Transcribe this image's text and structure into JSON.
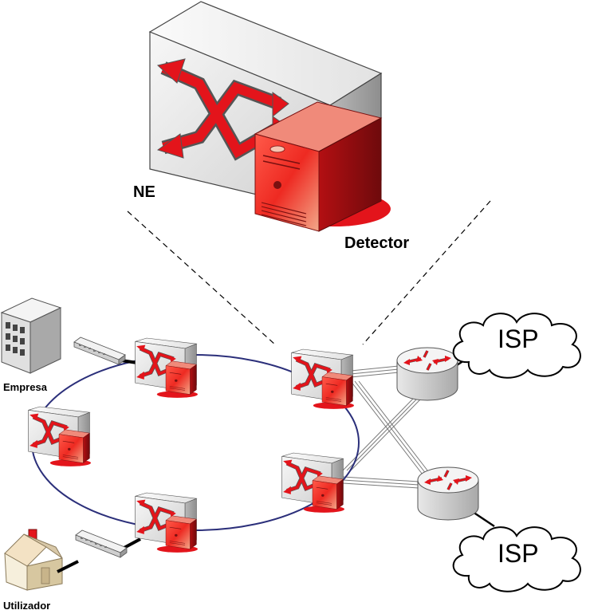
{
  "labels": {
    "ne": "NE",
    "detector": "Detector",
    "empresa": "Empresa",
    "utilizador": "Utilizador",
    "isp_top": "ISP",
    "isp_bottom": "ISP"
  },
  "colors": {
    "ring": "#2b2f7a",
    "accent_red": "#e3141b",
    "server_light": "#f2f2f2",
    "server_dark": "#a8a8a8",
    "router_body": "#d9d9d9",
    "link_line": "#7a7a7a"
  },
  "icons": {
    "network_element": "network-element-icon",
    "detector": "detector-icon",
    "router": "router-icon",
    "switch": "switch-icon",
    "building": "building-icon",
    "house": "house-icon",
    "cloud": "cloud-icon"
  }
}
